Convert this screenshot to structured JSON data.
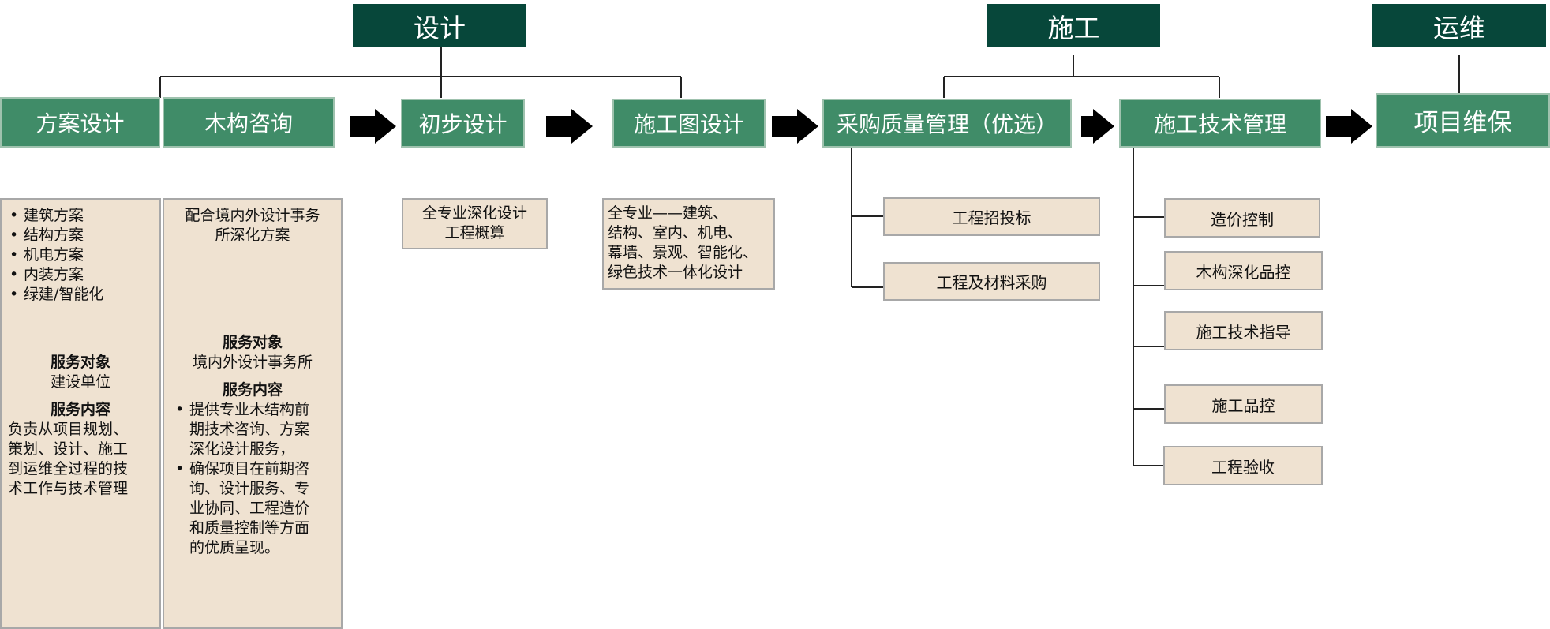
{
  "phases": {
    "design": "设计",
    "construction": "施工",
    "operations": "运维"
  },
  "steps": {
    "scheme_design": "方案设计",
    "timber_consulting": "木构咨询",
    "preliminary_design": "初步设计",
    "construction_drawing_design": "施工图设计",
    "procurement_quality": "采购质量管理（优选）",
    "construction_tech_management": "施工技术管理",
    "project_maintenance": "项目维保"
  },
  "scheme_box": {
    "items": [
      "建筑方案",
      "结构方案",
      "机电方案",
      "内装方案",
      "绿建/智能化"
    ],
    "service_target_label": "服务对象",
    "service_target": "建设单位",
    "service_content_label": "服务内容",
    "service_content_lines": [
      "负责从项目规划、",
      "策划、设计、施工",
      "到运维全过程的技",
      "术工作与技术管理"
    ]
  },
  "timber_box": {
    "intro_lines": [
      "配合境内外设计事务",
      "所深化方案"
    ],
    "service_target_label": "服务对象",
    "service_target": "境内外设计事务所",
    "service_content_label": "服务内容",
    "bullet1_lines": [
      "提供专业木结构前",
      "期技术咨询、方案",
      "深化设计服务，"
    ],
    "bullet2_lines": [
      "确保项目在前期咨",
      "询、设计服务、专",
      "业协同、工程造价",
      "和质量控制等方面",
      "的优质呈现。"
    ]
  },
  "preliminary_box": {
    "lines": [
      "全专业深化设计",
      "工程概算"
    ]
  },
  "drawing_box": {
    "lines": [
      " 全专业——建筑、",
      "结构、室内、机电、",
      "幕墙、景观、智能化、",
      "绿色技术一体化设计"
    ]
  },
  "procurement_items": [
    "工程招投标",
    "工程及材料采购"
  ],
  "construction_items": [
    "造价控制",
    "木构深化品控",
    "施工技术指导",
    "施工品控",
    "工程验收"
  ],
  "icons": {
    "arrow": "arrow-right-icon"
  },
  "colors": {
    "phase_header": "#07473a",
    "step_box": "#408c68",
    "detail_box": "#efe2d1",
    "detail_border": "#a8a8a8"
  }
}
